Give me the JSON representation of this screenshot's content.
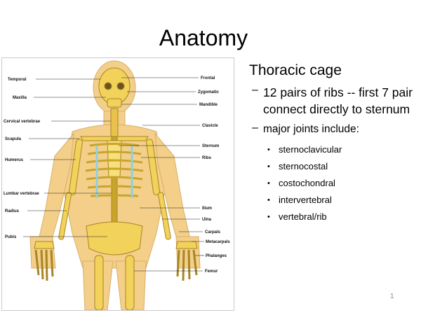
{
  "slide": {
    "title": "Anatomy",
    "page_number": "1"
  },
  "content": {
    "heading": "Thoracic cage",
    "items": [
      {
        "marker": "–",
        "text": "12 pairs of ribs -- first 7 pair connect directly to sternum"
      },
      {
        "marker": "–",
        "text": "major joints include:"
      }
    ],
    "joints": [
      "sternoclavicular",
      "sternocostal",
      "costochondral",
      "intervertebral",
      "vertebral/rib"
    ],
    "bullet_marker": "•"
  },
  "figure": {
    "labels_left": [
      "Temporal",
      "Maxilla",
      "Cervical vertebrae",
      "Scapula",
      "Humerus",
      "Lumbar vertebrae",
      "Radius",
      "Pubis"
    ],
    "labels_right": [
      "Frontal",
      "Zygomatic",
      "Mandible",
      "Clavicle",
      "Sternum",
      "Ribs",
      "Ilium",
      "Ulna",
      "Carpals",
      "Metacarpals",
      "Phalanges",
      "Femur"
    ],
    "colors": {
      "bone": "#f2d25a",
      "bone_shade": "#c9a42c",
      "skin": "#f3cf8a",
      "cartilage": "#8fd0e0",
      "background": "#ffffff"
    }
  }
}
